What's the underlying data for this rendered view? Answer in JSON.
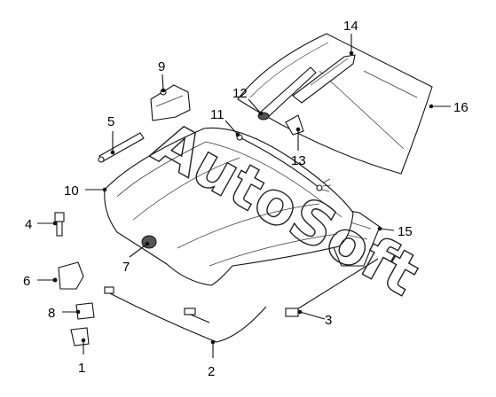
{
  "diagram": {
    "watermark": "AutoSoft",
    "callouts": [
      {
        "id": "1",
        "text": "1"
      },
      {
        "id": "2",
        "text": "2"
      },
      {
        "id": "3",
        "text": "3"
      },
      {
        "id": "4",
        "text": "4"
      },
      {
        "id": "5",
        "text": "5"
      },
      {
        "id": "6",
        "text": "6"
      },
      {
        "id": "7",
        "text": "7"
      },
      {
        "id": "8",
        "text": "8"
      },
      {
        "id": "9",
        "text": "9"
      },
      {
        "id": "10",
        "text": "10"
      },
      {
        "id": "11",
        "text": "11"
      },
      {
        "id": "12",
        "text": "12"
      },
      {
        "id": "13",
        "text": "13"
      },
      {
        "id": "14",
        "text": "14"
      },
      {
        "id": "15",
        "text": "15"
      },
      {
        "id": "16",
        "text": "16"
      }
    ]
  }
}
